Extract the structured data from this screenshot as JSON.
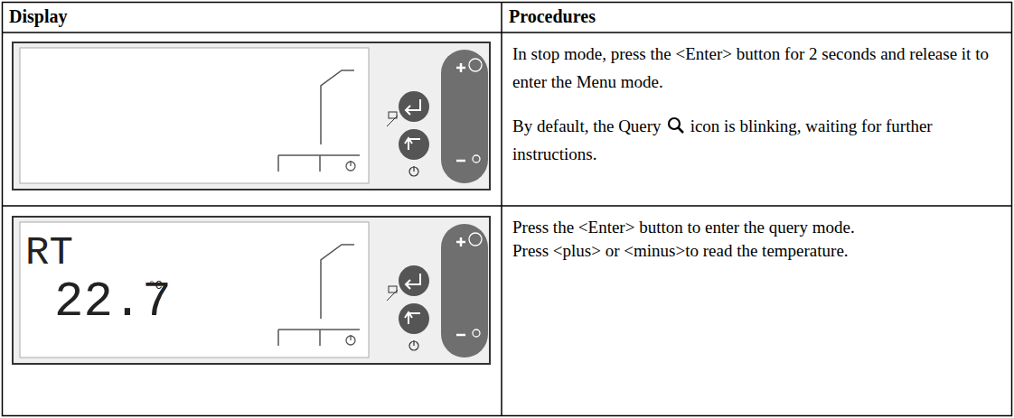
{
  "diagram": {
    "nodes": [
      {
        "text": [
          "RT",
          "22.7",
          "°C"
        ]
      }
    ],
    "labels": [
      "Display",
      "Procedures",
      "In stop mode, press the <Enter> button for 2 seconds and release it to enter the Menu mode.",
      "By default, the Query",
      "icon is blinking, waiting for further instructions.",
      "Press the <Enter> button to enter the query mode.",
      "Press <plus> or <minus>to read the temperature."
    ]
  }
}
